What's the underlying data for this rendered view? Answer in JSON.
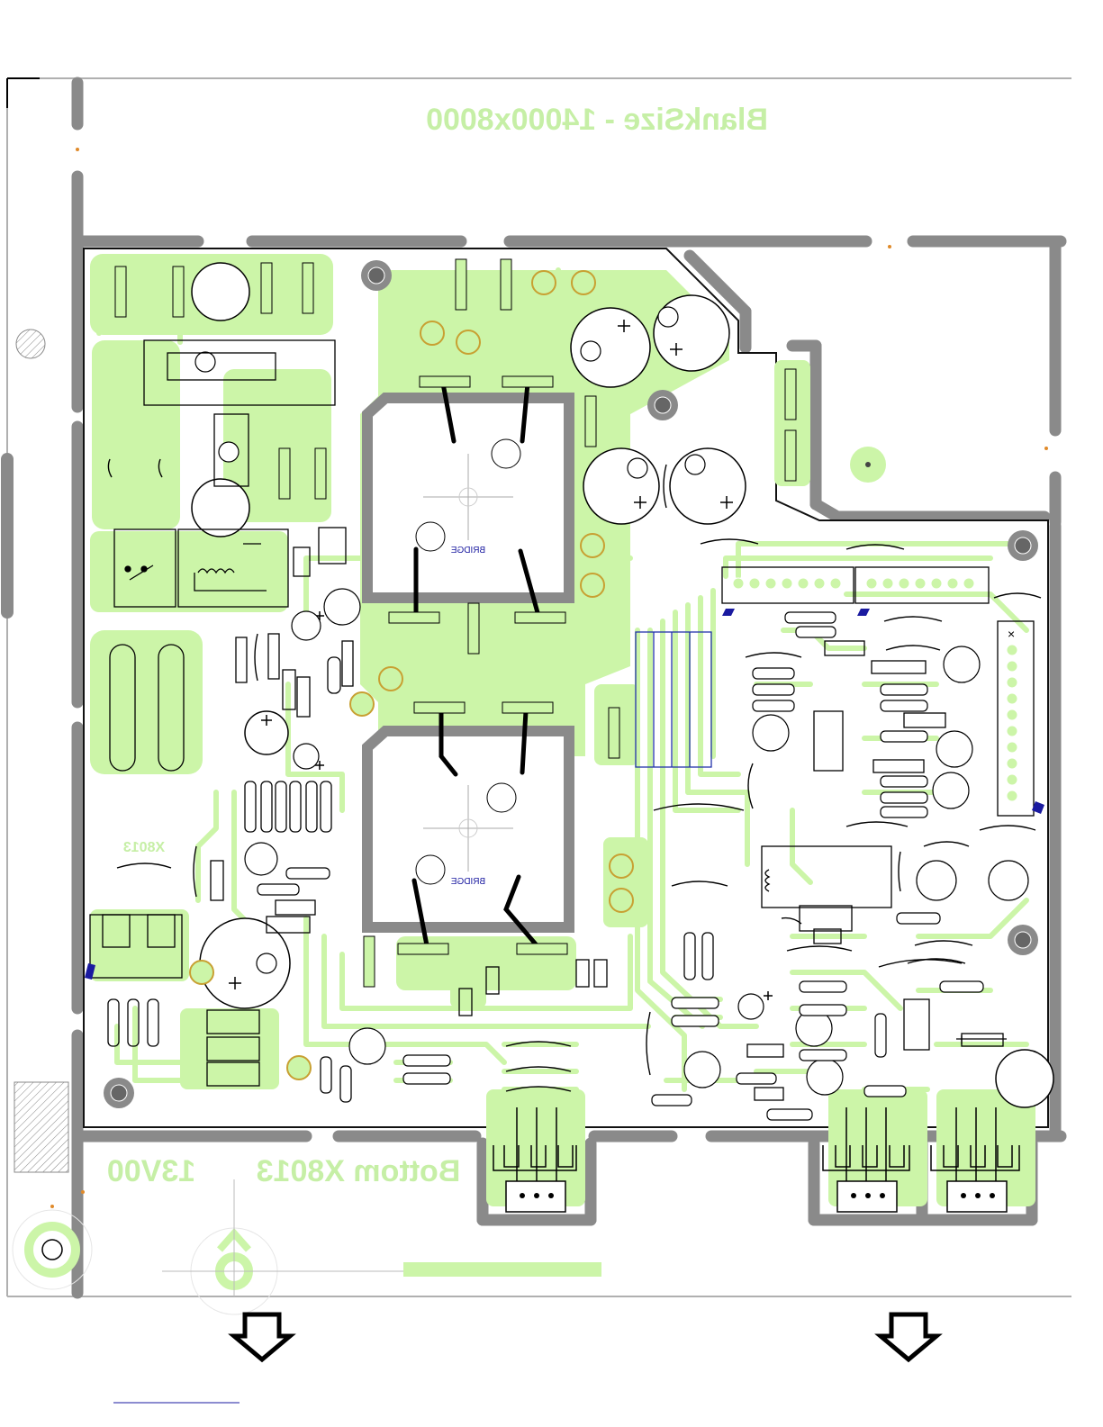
{
  "board": {
    "blank_size_label": "BlankSize - 14000x8000",
    "bottom_label": "Bottom X8013",
    "version_label": "13V00",
    "board_id_label": "X8013",
    "bridge_upper_label": "BRIDGE",
    "bridge_lower_label": "BRIDGE",
    "connector_pin1_mark": "×"
  },
  "colors": {
    "copper": "#ccf5a8",
    "outline": "#909090",
    "component": "#000000",
    "pad_ring": "#c8a032",
    "label": "#c6efa6",
    "bridge_text": "#1a1aa0"
  },
  "icons": {
    "output_arrows": [
      "down-arrow-icon",
      "down-arrow-icon"
    ],
    "mounting_holes": [
      "mounting-hole-icon"
    ]
  }
}
